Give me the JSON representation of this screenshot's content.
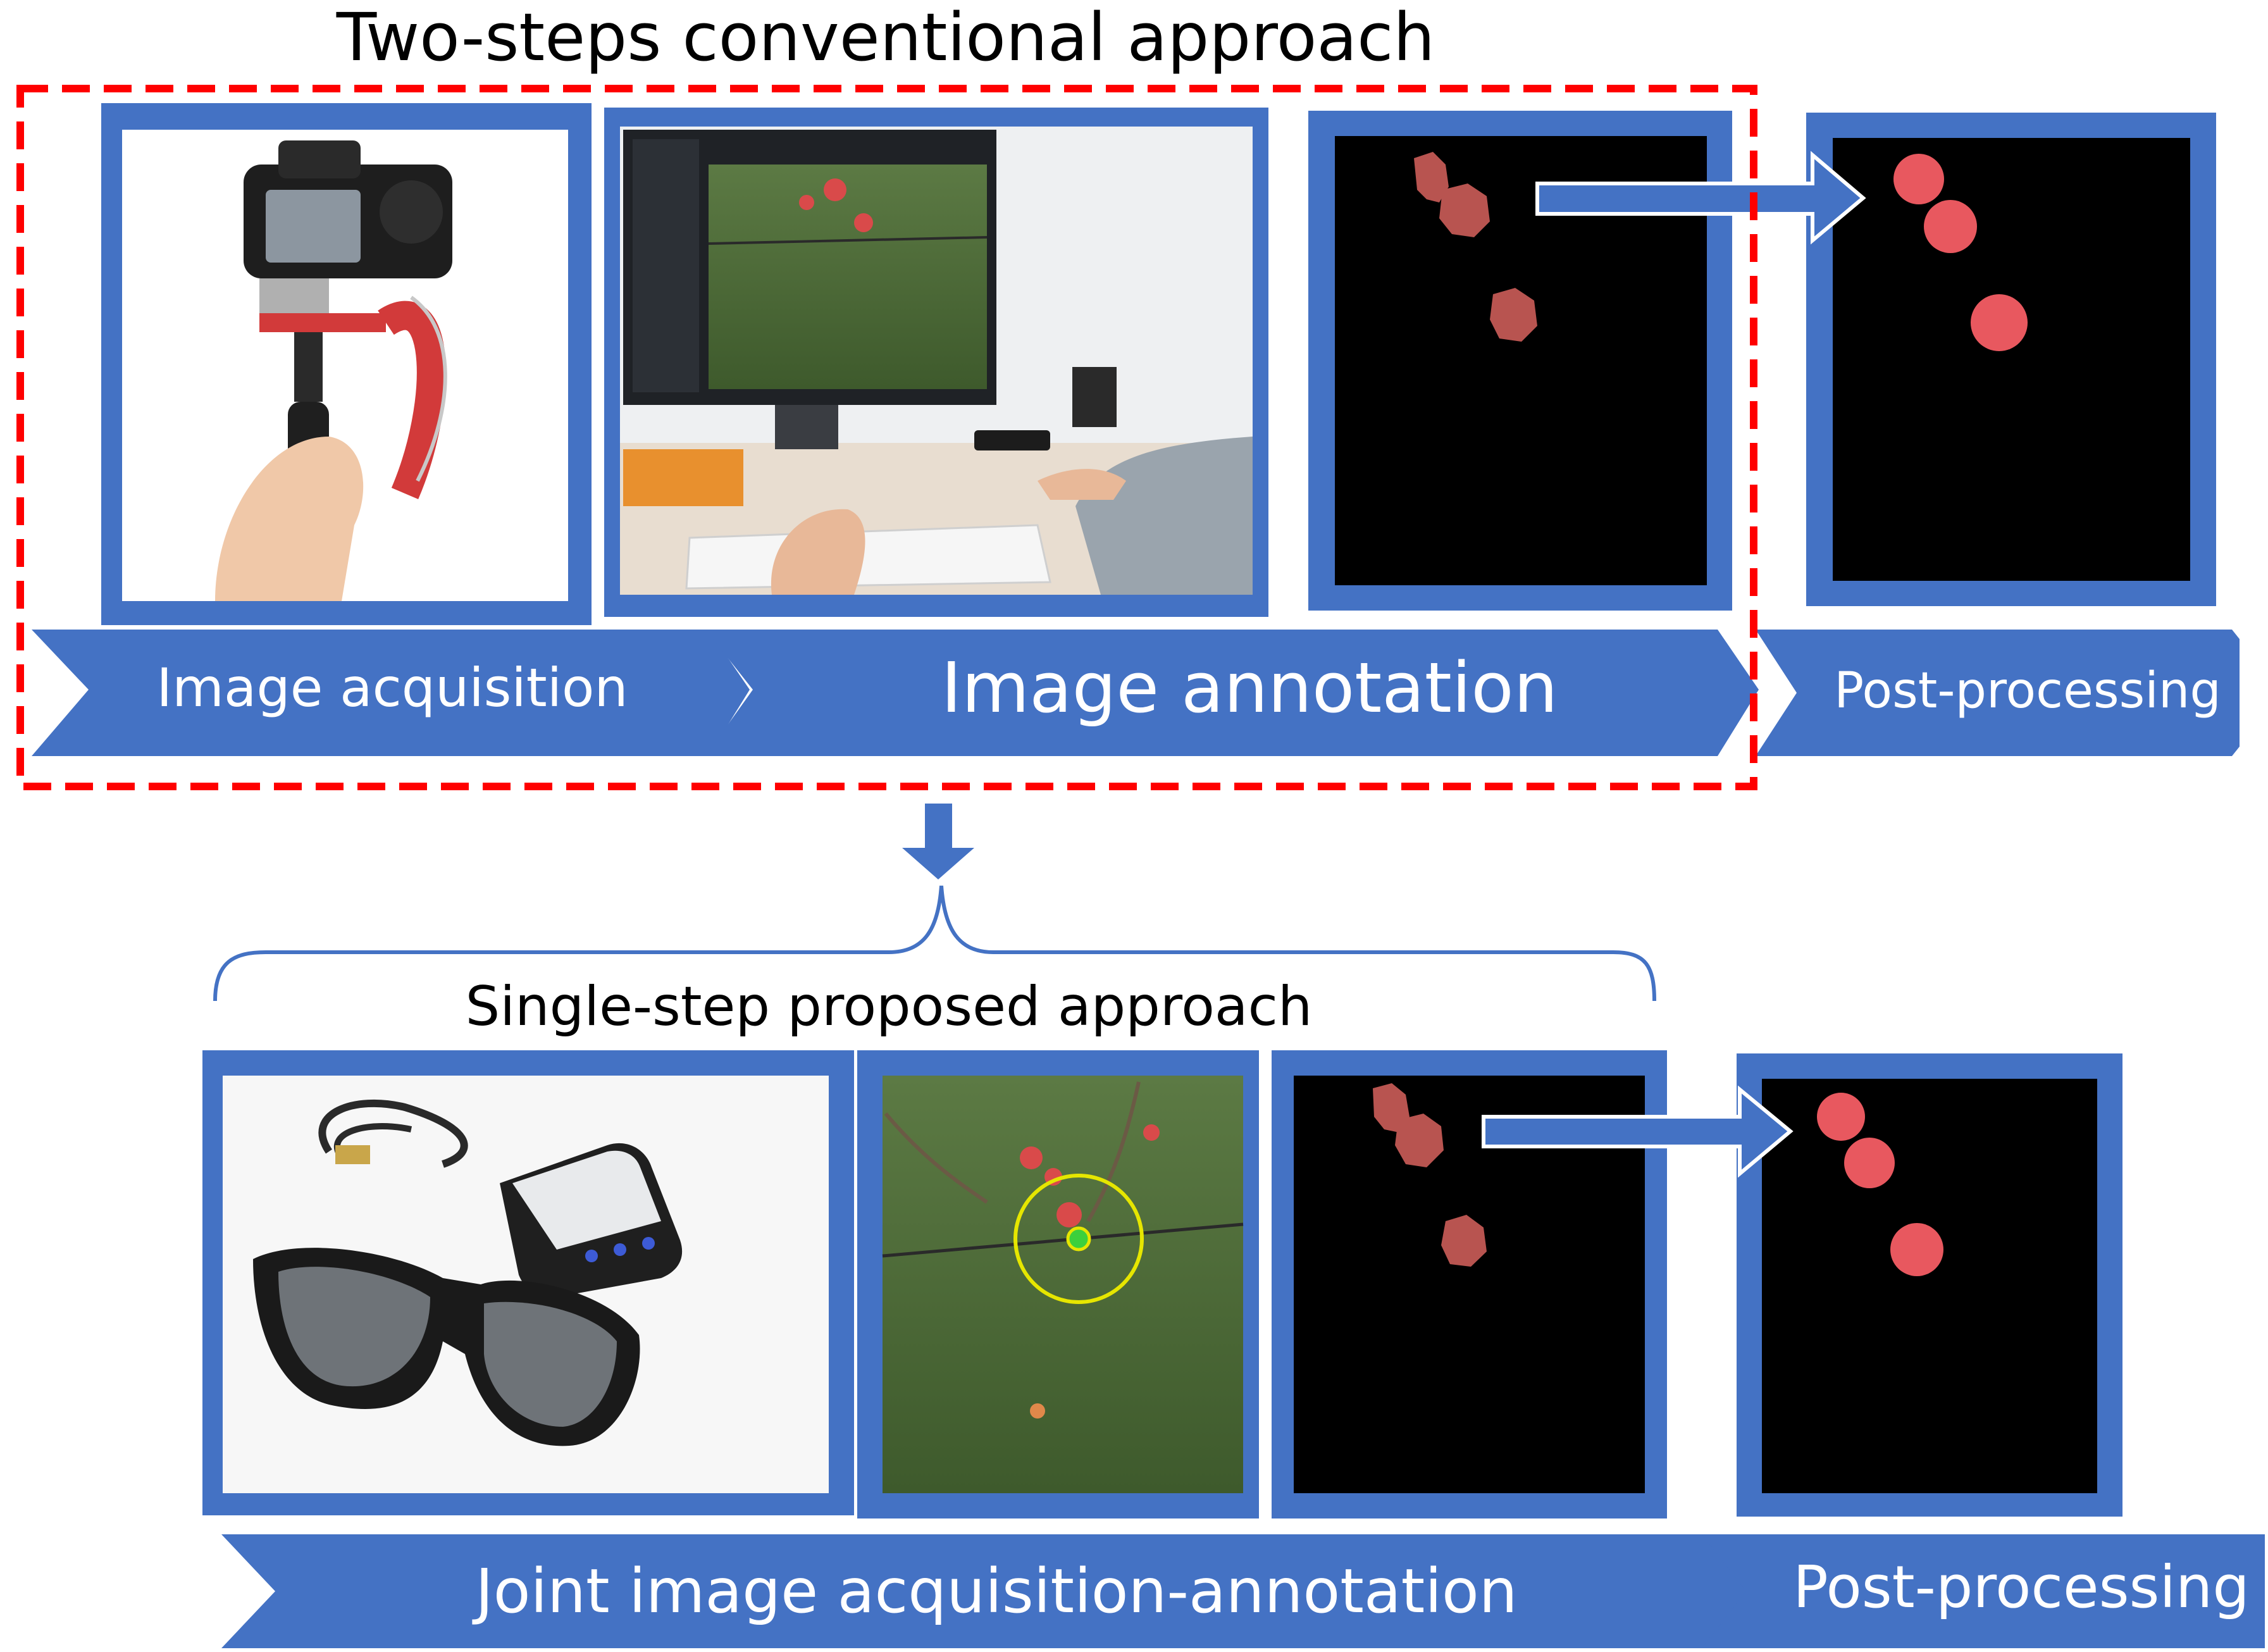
{
  "top": {
    "title": "Two-steps conventional approach",
    "steps": [
      "Image acquisition",
      "Image annotation",
      "Post-processing"
    ]
  },
  "bottom": {
    "title": "Single-step proposed approach",
    "steps": [
      "Joint image acquisition-annotation",
      "Post-processing"
    ]
  },
  "colors": {
    "frame_blue": "#4472c4",
    "dashed_red": "#ff0000",
    "blob_raw": "#b85450",
    "blob_processed": "#e8585f",
    "mask_bg": "#000000",
    "gaze_ring": "#e6e600"
  },
  "icons": {
    "camera": "camera-gimbal-photo-icon",
    "desk": "annotation-workstation-photo-icon",
    "glasses": "eye-tracking-glasses-photo-icon",
    "orchard": "orchard-gaze-view-photo-icon"
  }
}
